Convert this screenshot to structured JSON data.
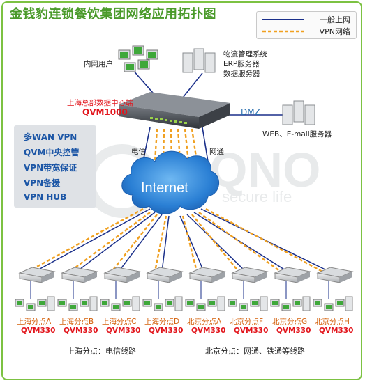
{
  "title": "金钱豹连锁餐饮集团网络应用拓扑图",
  "legend": {
    "internet": "一般上网",
    "vpn": "VPN网络"
  },
  "colors": {
    "frame": "#7cc242",
    "title": "#4a9a2a",
    "internet_line": "#1a2f8a",
    "vpn_line": "#f0a020",
    "cloud": "#2a7fd4",
    "feature_text": "#1c56a6",
    "branch_name": "#d4600a",
    "model": "#e2141b"
  },
  "hq": {
    "users_label": "内网用户",
    "servers_label_1": "物流管理系统",
    "servers_label_2": "ERP服务器",
    "servers_label_3": "数据服务器",
    "datacenter_label": "上海总部数据中心端",
    "model": "QVM1000",
    "dmz_label": "DMZ",
    "web_label": "WEB、E-mail服务器",
    "isp_left": "电信",
    "isp_right": "网通"
  },
  "cloud_label": "Internet",
  "watermark": {
    "brand": "QNO",
    "slogan": "secure life"
  },
  "features": [
    "多WAN VPN",
    "QVM中央控管",
    "VPN带宽保证",
    "VPN备援",
    "VPN HUB"
  ],
  "branches": [
    {
      "name": "上海分点A",
      "model": "QVM330"
    },
    {
      "name": "上海分点B",
      "model": "QVM330"
    },
    {
      "name": "上海分点C",
      "model": "QVM330"
    },
    {
      "name": "上海分点D",
      "model": "QVM330"
    },
    {
      "name": "北京分点A",
      "model": "QVM330"
    },
    {
      "name": "北京分点F",
      "model": "QVM330"
    },
    {
      "name": "北京分点G",
      "model": "QVM330"
    },
    {
      "name": "北京分点H",
      "model": "QVM330"
    }
  ],
  "footer": {
    "shanghai": "上海分点：电信线路",
    "beijing": "北京分点：网通、铁通等线路"
  }
}
